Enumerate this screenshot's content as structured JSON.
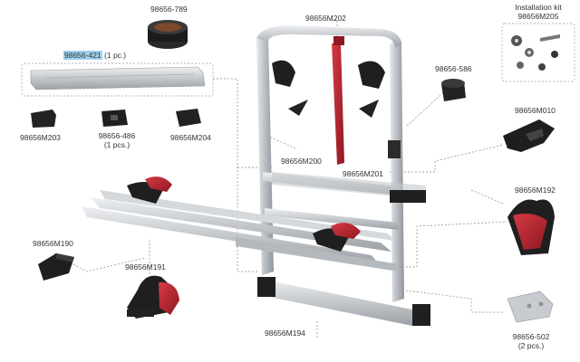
{
  "labels": {
    "p98656_789": "98656-789",
    "p98656_421_code": "98656-421",
    "p98656_421_qty": "(1 pc.)",
    "p98656M203": "98656M203",
    "p98656_486_code": "98656-486",
    "p98656_486_qty": "(1 pcs.)",
    "p98656M204": "98656M204",
    "p98656M202": "98656M202",
    "p98656_586": "98656-586",
    "p98656M010": "98656M010",
    "p98656M200": "98656M200",
    "p98656M201": "98656M201",
    "p98656M192": "98656M192",
    "p98656M190": "98656M190",
    "p98656M191": "98656M191",
    "p98656M194": "98656M194",
    "p98656_502_code": "98656-502",
    "p98656_502_qty": "(2 pcs.)",
    "kit_title": "Installation kit",
    "kit_code": "98656M205"
  },
  "colors": {
    "highlight": "#9fd0ee",
    "frame": "#c9cdd1",
    "frame_dark": "#8e949a",
    "strap_red": "#b3202a",
    "black_part": "#1f1f1f",
    "leader": "#888888"
  }
}
